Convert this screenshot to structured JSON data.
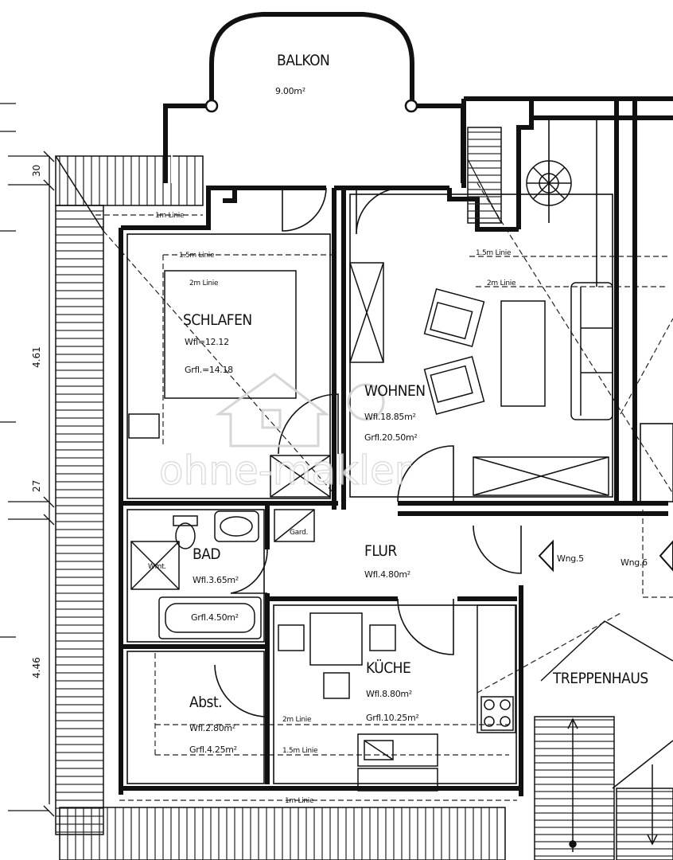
{
  "rooms": {
    "balkon": {
      "name": "BALKON",
      "area": "9.00m²"
    },
    "schlafen": {
      "name": "SCHLAFEN",
      "wfl": "Wfl=12.12",
      "grfl": "Grfl.=14.18"
    },
    "wohnen": {
      "name": "WOHNEN",
      "wfl": "Wfl.18.85m²",
      "grfl": "Grfl.20.50m²"
    },
    "bad": {
      "name": "BAD",
      "wfl": "Wfl.3.65m²",
      "grfl": "Grfl.4.50m²"
    },
    "flur": {
      "name": "FLUR",
      "wfl": "Wfl.4.80m²"
    },
    "kueche": {
      "name": "KÜCHE",
      "wfl": "Wfl.8.80m²",
      "grfl": "Grfl.10.25m²"
    },
    "abst": {
      "name": "Abst.",
      "wfl": "Wfl.2.80m²",
      "grfl": "Grfl.4.25m²"
    },
    "treppenhaus": {
      "name": "TREPPENHAUS"
    }
  },
  "labels": {
    "gard": "Gard.",
    "wmt": "Wmt.",
    "wng5": "Wng.5",
    "wng6": "Wng.6"
  },
  "height_lines": {
    "l1m_top": "1m Linie",
    "l15m_schlafen": "1.5m Linie",
    "l2m_schlafen": "2m Linie",
    "l15m_wohnen": "1.5m Linie",
    "l2m_wohnen": "2m Linie",
    "l2m_kueche": "2m Linie",
    "l15m_kueche": "1.5m Linie",
    "l1m_bottom": "1m Linie"
  },
  "dimensions": {
    "d30": "30",
    "d461": "4.61",
    "d27": "27",
    "d446": "4.46"
  },
  "watermark": {
    "text": "ohne-makler"
  }
}
